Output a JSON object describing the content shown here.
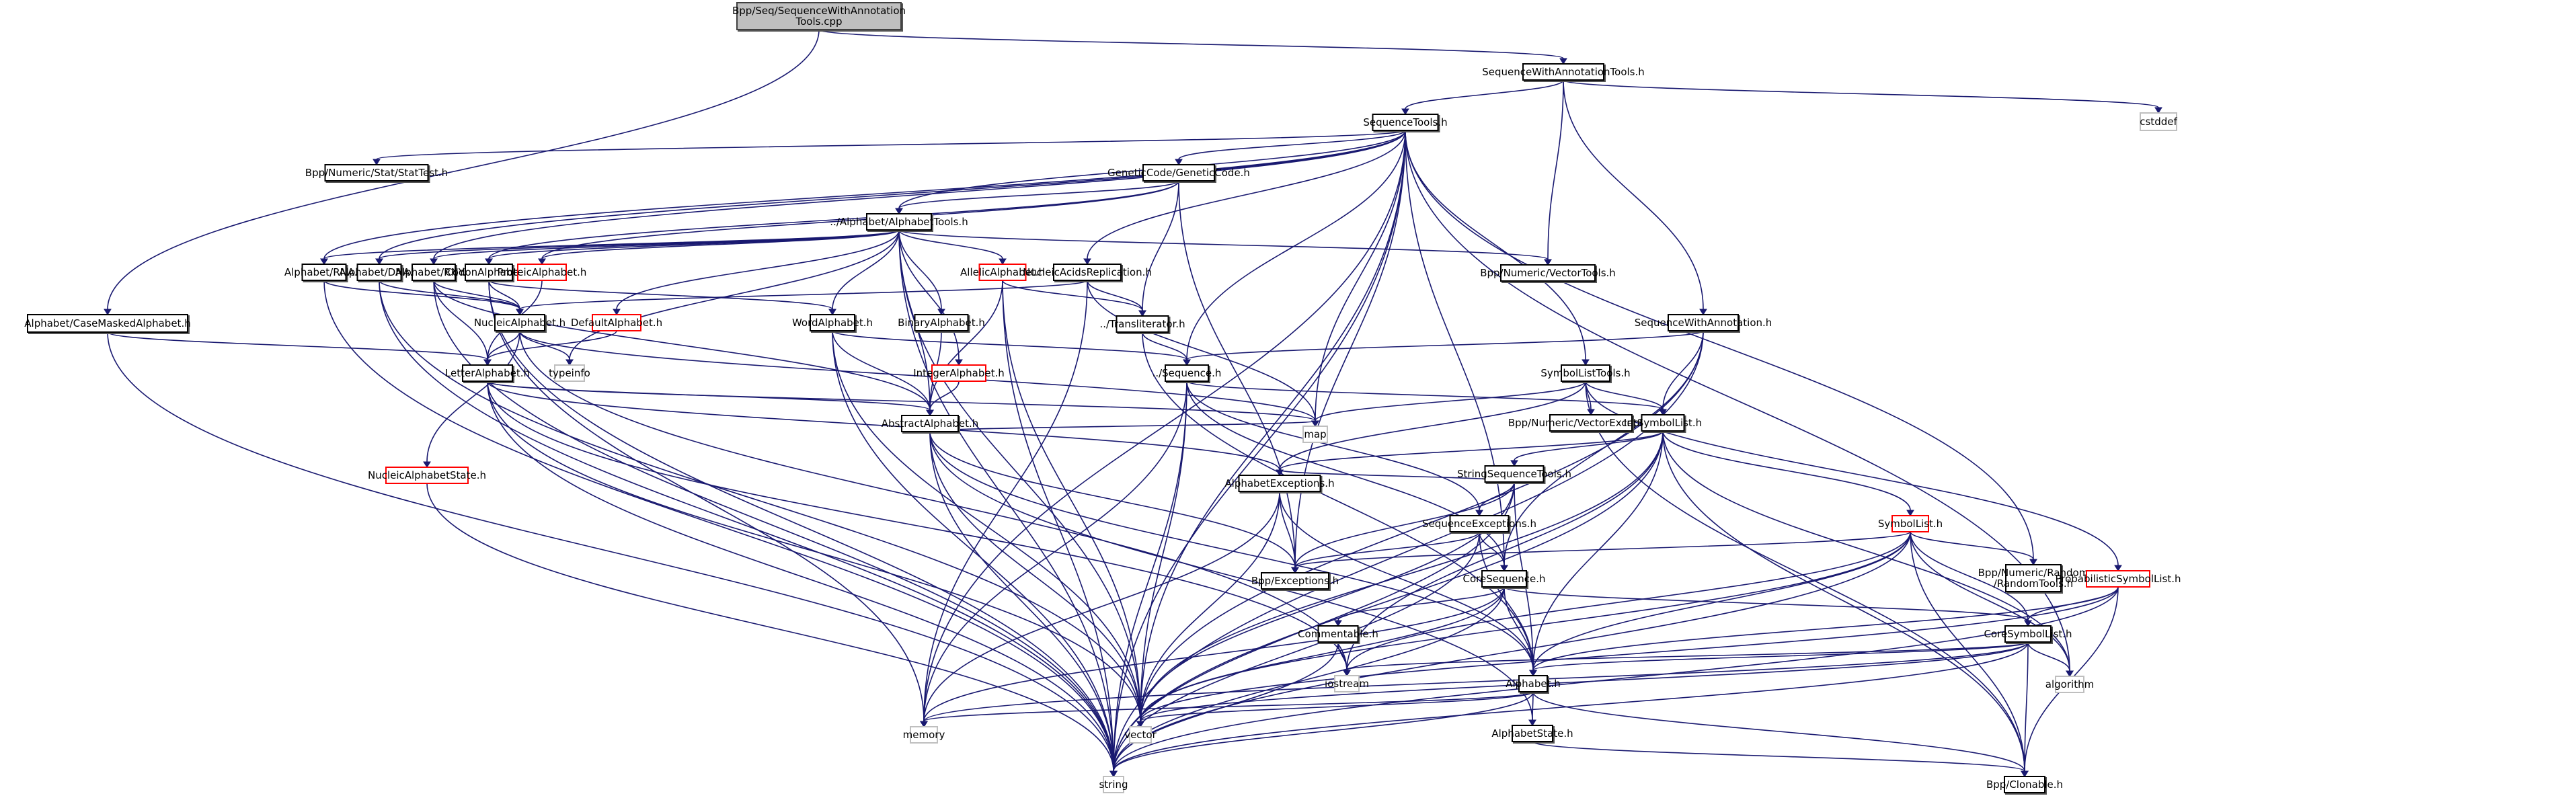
{
  "title": "Bpp/Seq/SequenceWithAnnotationTools.cpp include dependency graph",
  "colors": {
    "edge": "#191970",
    "root_fill": "#bfbfbf",
    "undocumented_border": "#ff0000",
    "external_border": "#bfbfbf"
  },
  "nodes": [
    {
      "id": "root",
      "label": [
        "Bpp/Seq/SequenceWithAnnotation",
        "Tools.cpp"
      ],
      "kind": "root"
    },
    {
      "id": "swat",
      "label": [
        "SequenceWithAnnotationTools.h"
      ],
      "kind": "normal"
    },
    {
      "id": "cstddef",
      "label": [
        "cstddef"
      ],
      "kind": "ext"
    },
    {
      "id": "cmask",
      "label": [
        "Alphabet/CaseMaskedAlphabet.h"
      ],
      "kind": "normal"
    },
    {
      "id": "seqtools",
      "label": [
        "SequenceTools.h"
      ],
      "kind": "normal"
    },
    {
      "id": "stattest",
      "label": [
        "Bpp/Numeric/Stat/StatTest.h"
      ],
      "kind": "normal"
    },
    {
      "id": "gencode",
      "label": [
        "GeneticCode/GeneticCode.h"
      ],
      "kind": "normal"
    },
    {
      "id": "alphatools",
      "label": [
        "../Alphabet/AlphabetTools.h"
      ],
      "kind": "normal"
    },
    {
      "id": "rna",
      "label": [
        "Alphabet/RNA.h"
      ],
      "kind": "normal"
    },
    {
      "id": "dna",
      "label": [
        "Alphabet/DNA.h"
      ],
      "kind": "normal"
    },
    {
      "id": "rny",
      "label": [
        "Alphabet/RNY.h"
      ],
      "kind": "normal"
    },
    {
      "id": "codon",
      "label": [
        "CodonAlphabet.h"
      ],
      "kind": "normal"
    },
    {
      "id": "proteic",
      "label": [
        "ProteicAlphabet.h"
      ],
      "kind": "undoc"
    },
    {
      "id": "allelic",
      "label": [
        "AllelicAlphabet.h"
      ],
      "kind": "undoc"
    },
    {
      "id": "nucrep",
      "label": [
        "NucleicAcidsReplication.h"
      ],
      "kind": "normal"
    },
    {
      "id": "vectortools",
      "label": [
        "Bpp/Numeric/VectorTools.h"
      ],
      "kind": "normal"
    },
    {
      "id": "nucleic",
      "label": [
        "NucleicAlphabet.h"
      ],
      "kind": "normal"
    },
    {
      "id": "default",
      "label": [
        "DefaultAlphabet.h"
      ],
      "kind": "undoc"
    },
    {
      "id": "word",
      "label": [
        "WordAlphabet.h"
      ],
      "kind": "normal"
    },
    {
      "id": "binary",
      "label": [
        "BinaryAlphabet.h"
      ],
      "kind": "normal"
    },
    {
      "id": "translit",
      "label": [
        "../Transliterator.h"
      ],
      "kind": "normal"
    },
    {
      "id": "swa",
      "label": [
        "SequenceWithAnnotation.h"
      ],
      "kind": "normal"
    },
    {
      "id": "letter",
      "label": [
        "LetterAlphabet.h"
      ],
      "kind": "normal"
    },
    {
      "id": "typeinfo",
      "label": [
        "typeinfo"
      ],
      "kind": "ext"
    },
    {
      "id": "integer",
      "label": [
        "IntegerAlphabet.h"
      ],
      "kind": "undoc"
    },
    {
      "id": "sequence",
      "label": [
        "../Sequence.h"
      ],
      "kind": "normal"
    },
    {
      "id": "sltools",
      "label": [
        "SymbolListTools.h"
      ],
      "kind": "normal"
    },
    {
      "id": "abstract",
      "label": [
        "AbstractAlphabet.h"
      ],
      "kind": "normal"
    },
    {
      "id": "map",
      "label": [
        "map"
      ],
      "kind": "ext"
    },
    {
      "id": "vecexc",
      "label": [
        "Bpp/Numeric/VectorExceptions.h"
      ],
      "kind": "normal"
    },
    {
      "id": "intsl",
      "label": [
        "IntSymbolList.h"
      ],
      "kind": "normal"
    },
    {
      "id": "nucstate",
      "label": [
        "NucleicAlphabetState.h"
      ],
      "kind": "undoc"
    },
    {
      "id": "strseqtools",
      "label": [
        "StringSequenceTools.h"
      ],
      "kind": "normal"
    },
    {
      "id": "alphaexc",
      "label": [
        "AlphabetExceptions.h"
      ],
      "kind": "normal"
    },
    {
      "id": "seqexc",
      "label": [
        "SequenceExceptions.h"
      ],
      "kind": "normal"
    },
    {
      "id": "symbollist",
      "label": [
        "SymbolList.h"
      ],
      "kind": "undoc"
    },
    {
      "id": "randtools",
      "label": [
        "Bpp/Numeric/Random",
        "/RandomTools.h"
      ],
      "kind": "normal"
    },
    {
      "id": "probsl",
      "label": [
        "ProbabilisticSymbolList.h"
      ],
      "kind": "undoc"
    },
    {
      "id": "exceptions",
      "label": [
        "Bpp/Exceptions.h"
      ],
      "kind": "normal"
    },
    {
      "id": "coreseq",
      "label": [
        "CoreSequence.h"
      ],
      "kind": "normal"
    },
    {
      "id": "commentable",
      "label": [
        "Commentable.h"
      ],
      "kind": "normal"
    },
    {
      "id": "coresl",
      "label": [
        "CoreSymbolList.h"
      ],
      "kind": "normal"
    },
    {
      "id": "iostream",
      "label": [
        "iostream"
      ],
      "kind": "ext"
    },
    {
      "id": "algorithm",
      "label": [
        "algorithm"
      ],
      "kind": "ext"
    },
    {
      "id": "alphabet",
      "label": [
        "Alphabet.h"
      ],
      "kind": "normal"
    },
    {
      "id": "memory",
      "label": [
        "memory"
      ],
      "kind": "ext"
    },
    {
      "id": "vector",
      "label": [
        "vector"
      ],
      "kind": "ext"
    },
    {
      "id": "alphastate",
      "label": [
        "AlphabetState.h"
      ],
      "kind": "normal"
    },
    {
      "id": "string",
      "label": [
        "string"
      ],
      "kind": "ext"
    },
    {
      "id": "clonable",
      "label": [
        "Bpp/Clonable.h"
      ],
      "kind": "normal"
    }
  ],
  "edges": [
    [
      "root",
      "swat"
    ],
    [
      "root",
      "cmask"
    ],
    [
      "swat",
      "seqtools"
    ],
    [
      "swat",
      "cstddef"
    ],
    [
      "swat",
      "swa"
    ],
    [
      "swat",
      "vectortools"
    ],
    [
      "cmask",
      "letter"
    ],
    [
      "cmask",
      "string"
    ],
    [
      "seqtools",
      "stattest"
    ],
    [
      "seqtools",
      "gencode"
    ],
    [
      "seqtools",
      "alphatools"
    ],
    [
      "seqtools",
      "rna"
    ],
    [
      "seqtools",
      "dna"
    ],
    [
      "seqtools",
      "rny"
    ],
    [
      "seqtools",
      "nucrep"
    ],
    [
      "seqtools",
      "sequence"
    ],
    [
      "seqtools",
      "sltools"
    ],
    [
      "seqtools",
      "map"
    ],
    [
      "seqtools",
      "exceptions"
    ],
    [
      "seqtools",
      "randtools"
    ],
    [
      "seqtools",
      "coreseq"
    ],
    [
      "seqtools",
      "algorithm"
    ],
    [
      "seqtools",
      "vector"
    ],
    [
      "seqtools",
      "memory"
    ],
    [
      "seqtools",
      "string"
    ],
    [
      "gencode",
      "alphatools"
    ],
    [
      "gencode",
      "codon"
    ],
    [
      "gencode",
      "proteic"
    ],
    [
      "gencode",
      "translit"
    ],
    [
      "gencode",
      "exceptions"
    ],
    [
      "alphatools",
      "rna"
    ],
    [
      "alphatools",
      "dna"
    ],
    [
      "alphatools",
      "rny"
    ],
    [
      "alphatools",
      "codon"
    ],
    [
      "alphatools",
      "proteic"
    ],
    [
      "alphatools",
      "allelic"
    ],
    [
      "alphatools",
      "default"
    ],
    [
      "alphatools",
      "word"
    ],
    [
      "alphatools",
      "binary"
    ],
    [
      "alphatools",
      "integer"
    ],
    [
      "alphatools",
      "vectortools"
    ],
    [
      "alphatools",
      "typeinfo"
    ],
    [
      "alphatools",
      "string"
    ],
    [
      "alphatools",
      "vector"
    ],
    [
      "alphatools",
      "abstract"
    ],
    [
      "rna",
      "nucleic"
    ],
    [
      "rna",
      "string"
    ],
    [
      "dna",
      "nucleic"
    ],
    [
      "dna",
      "string"
    ],
    [
      "dna",
      "vector"
    ],
    [
      "rny",
      "nucleic"
    ],
    [
      "rny",
      "letter"
    ],
    [
      "rny",
      "abstract"
    ],
    [
      "rny",
      "string"
    ],
    [
      "codon",
      "nucleic"
    ],
    [
      "codon",
      "word"
    ],
    [
      "codon",
      "string"
    ],
    [
      "codon",
      "memory"
    ],
    [
      "proteic",
      "letter"
    ],
    [
      "default",
      "letter"
    ],
    [
      "allelic",
      "abstract"
    ],
    [
      "allelic",
      "translit"
    ],
    [
      "allelic",
      "vector"
    ],
    [
      "allelic",
      "string"
    ],
    [
      "nucrep",
      "translit"
    ],
    [
      "nucrep",
      "nucleic"
    ],
    [
      "nucrep",
      "map"
    ],
    [
      "nucrep",
      "memory"
    ],
    [
      "nucleic",
      "letter"
    ],
    [
      "nucleic",
      "typeinfo"
    ],
    [
      "nucleic",
      "nucstate"
    ],
    [
      "nucleic",
      "map"
    ],
    [
      "nucleic",
      "iostream"
    ],
    [
      "word",
      "abstract"
    ],
    [
      "word",
      "sequence"
    ],
    [
      "word",
      "string"
    ],
    [
      "word",
      "vector"
    ],
    [
      "binary",
      "abstract"
    ],
    [
      "integer",
      "abstract"
    ],
    [
      "translit",
      "sequence"
    ],
    [
      "translit",
      "alphabet"
    ],
    [
      "swa",
      "sequence"
    ],
    [
      "swa",
      "intsl"
    ],
    [
      "swa",
      "coreseq"
    ],
    [
      "swa",
      "vector"
    ],
    [
      "swa",
      "string"
    ],
    [
      "letter",
      "abstract"
    ],
    [
      "letter",
      "alphaexc"
    ],
    [
      "letter",
      "string"
    ],
    [
      "letter",
      "vector"
    ],
    [
      "letter",
      "map"
    ],
    [
      "letter",
      "iostream"
    ],
    [
      "nucstate",
      "string"
    ],
    [
      "sequence",
      "intsl"
    ],
    [
      "sequence",
      "seqexc"
    ],
    [
      "sequence",
      "coreseq"
    ],
    [
      "sequence",
      "string"
    ],
    [
      "sequence",
      "vector"
    ],
    [
      "sequence",
      "memory"
    ],
    [
      "sltools",
      "intsl"
    ],
    [
      "sltools",
      "vecexc"
    ],
    [
      "sltools",
      "probsl"
    ],
    [
      "sltools",
      "map"
    ],
    [
      "sltools",
      "alphaexc"
    ],
    [
      "sltools",
      "clonable"
    ],
    [
      "abstract",
      "alphabet"
    ],
    [
      "abstract",
      "alphastate"
    ],
    [
      "abstract",
      "exceptions"
    ],
    [
      "abstract",
      "string"
    ],
    [
      "abstract",
      "vector"
    ],
    [
      "abstract",
      "map"
    ],
    [
      "intsl",
      "strseqtools"
    ],
    [
      "intsl",
      "symbollist"
    ],
    [
      "intsl",
      "alphaexc"
    ],
    [
      "intsl",
      "alphabet"
    ],
    [
      "intsl",
      "string"
    ],
    [
      "intsl",
      "vector"
    ],
    [
      "intsl",
      "iostream"
    ],
    [
      "intsl",
      "algorithm"
    ],
    [
      "intsl",
      "clonable"
    ],
    [
      "strseqtools",
      "seqexc"
    ],
    [
      "strseqtools",
      "alphaexc"
    ],
    [
      "strseqtools",
      "alphabet"
    ],
    [
      "strseqtools",
      "exceptions"
    ],
    [
      "strseqtools",
      "string"
    ],
    [
      "strseqtools",
      "vector"
    ],
    [
      "alphaexc",
      "exceptions"
    ],
    [
      "alphaexc",
      "alphabet"
    ],
    [
      "alphaexc",
      "vector"
    ],
    [
      "alphaexc",
      "memory"
    ],
    [
      "seqexc",
      "coreseq"
    ],
    [
      "seqexc",
      "exceptions"
    ],
    [
      "seqexc",
      "alphabet"
    ],
    [
      "seqexc",
      "string"
    ],
    [
      "symbollist",
      "coresl"
    ],
    [
      "symbollist",
      "randtools"
    ],
    [
      "symbollist",
      "alphabet"
    ],
    [
      "symbollist",
      "exceptions"
    ],
    [
      "symbollist",
      "iostream"
    ],
    [
      "symbollist",
      "vector"
    ],
    [
      "symbollist",
      "string"
    ],
    [
      "symbollist",
      "algorithm"
    ],
    [
      "symbollist",
      "clonable"
    ],
    [
      "probsl",
      "coresl"
    ],
    [
      "probsl",
      "alphabet"
    ],
    [
      "probsl",
      "vector"
    ],
    [
      "probsl",
      "string"
    ],
    [
      "probsl",
      "clonable"
    ],
    [
      "coreseq",
      "commentable"
    ],
    [
      "coreseq",
      "coresl"
    ],
    [
      "coreseq",
      "alphabet"
    ],
    [
      "coreseq",
      "string"
    ],
    [
      "coreseq",
      "vector"
    ],
    [
      "coreseq",
      "memory"
    ],
    [
      "commentable",
      "iostream"
    ],
    [
      "commentable",
      "string"
    ],
    [
      "coresl",
      "alphabet"
    ],
    [
      "coresl",
      "algorithm"
    ],
    [
      "coresl",
      "clonable"
    ],
    [
      "coresl",
      "iostream"
    ],
    [
      "coresl",
      "vector"
    ],
    [
      "coresl",
      "memory"
    ],
    [
      "coresl",
      "string"
    ],
    [
      "alphabet",
      "alphastate"
    ],
    [
      "alphabet",
      "clonable"
    ],
    [
      "alphabet",
      "string"
    ],
    [
      "alphabet",
      "vector"
    ],
    [
      "alphabet",
      "memory"
    ],
    [
      "alphastate",
      "clonable"
    ]
  ]
}
